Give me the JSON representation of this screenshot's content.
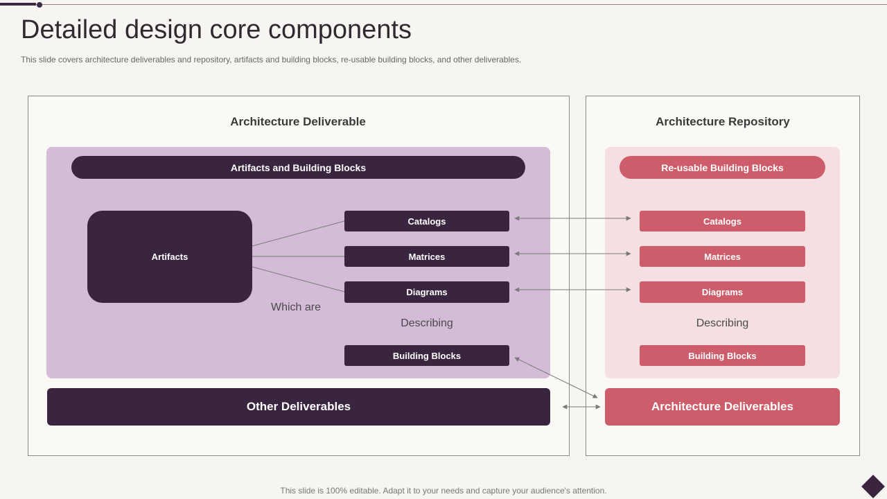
{
  "title": "Detailed design core components",
  "subtitle": "This slide covers architecture deliverables and repository, artifacts and building blocks, re-usable building blocks, and other deliverables.",
  "left": {
    "heading": "Architecture Deliverable",
    "banner": "Artifacts and Building Blocks",
    "artifacts": "Artifacts",
    "which_are": "Which are",
    "items": [
      "Catalogs",
      "Matrices",
      "Diagrams"
    ],
    "describing": "Describing",
    "building_blocks": "Building Blocks"
  },
  "right": {
    "heading": "Architecture Repository",
    "banner": "Re-usable Building Blocks",
    "items": [
      "Catalogs",
      "Matrices",
      "Diagrams"
    ],
    "describing": "Describing",
    "building_blocks": "Building Blocks"
  },
  "other_deliverables": "Other Deliverables",
  "architecture_deliverables": "Architecture Deliverables",
  "footer": "This slide is 100% editable. Adapt it to your needs and capture your audience's attention.",
  "colors": {
    "dark_plum": "#3a2540",
    "lavender_panel": "#d4bcd8",
    "rose": "#cd5d6a",
    "pink_panel": "#f6dfe2"
  }
}
